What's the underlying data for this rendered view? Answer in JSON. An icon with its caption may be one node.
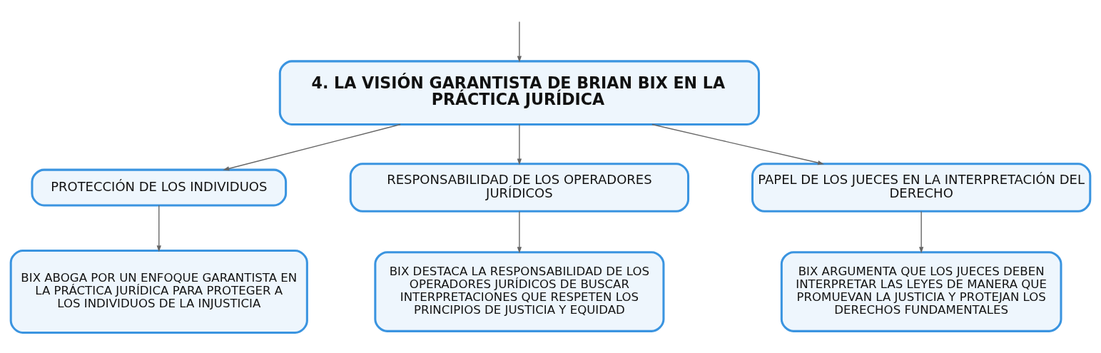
{
  "diagram": {
    "nodes": [
      {
        "text": [
          "4. LA VISIÓN GARANTISTA DE BRIAN BIX EN LA PRÁCTICA JURÍDICA"
        ]
      },
      {
        "text": [
          "PROTECCIÓN DE LOS INDIVIDUOS"
        ]
      },
      {
        "text": [
          "BIX ABOGA POR UN ENFOQUE GARANTISTA EN LA PRÁCTICA JURÍDICA PARA PROTEGER A LOS INDIVIDUOS DE LA INJUSTICIA"
        ]
      },
      {
        "text": [
          "RESPONSABILIDAD DE LOS OPERADORES JURÍDICOS"
        ]
      },
      {
        "text": [
          "BIX DESTACA LA RESPONSABILIDAD DE LOS OPERADORES JURÍDICOS DE BUSCAR INTERPRETACIONES QUE RESPETEN LOS PRINCIPIOS DE JUSTICIA Y EQUIDAD"
        ]
      },
      {
        "text": [
          "PAPEL DE LOS JUECES EN LA INTERPRETACIÓN DEL DERECHO"
        ]
      },
      {
        "text": [
          "BIX ARGUMENTA QUE LOS JUECES DEBEN INTERPRETAR LAS LEYES DE MANERA QUE PROMUEVAN LA JUSTICIA Y PROTEJAN LOS DERECHOS FUNDAMENTALES"
        ]
      }
    ],
    "edges": [
      {
        "from": null,
        "to": 0,
        "arrow": "to"
      },
      {
        "from": 0,
        "to": 1,
        "arrow": "to"
      },
      {
        "from": 0,
        "to": 3,
        "arrow": "to"
      },
      {
        "from": 0,
        "to": 5,
        "arrow": "to"
      },
      {
        "from": 1,
        "to": 2,
        "arrow": "to"
      },
      {
        "from": 3,
        "to": 4,
        "arrow": "to"
      },
      {
        "from": 5,
        "to": 6,
        "arrow": "to"
      }
    ]
  }
}
